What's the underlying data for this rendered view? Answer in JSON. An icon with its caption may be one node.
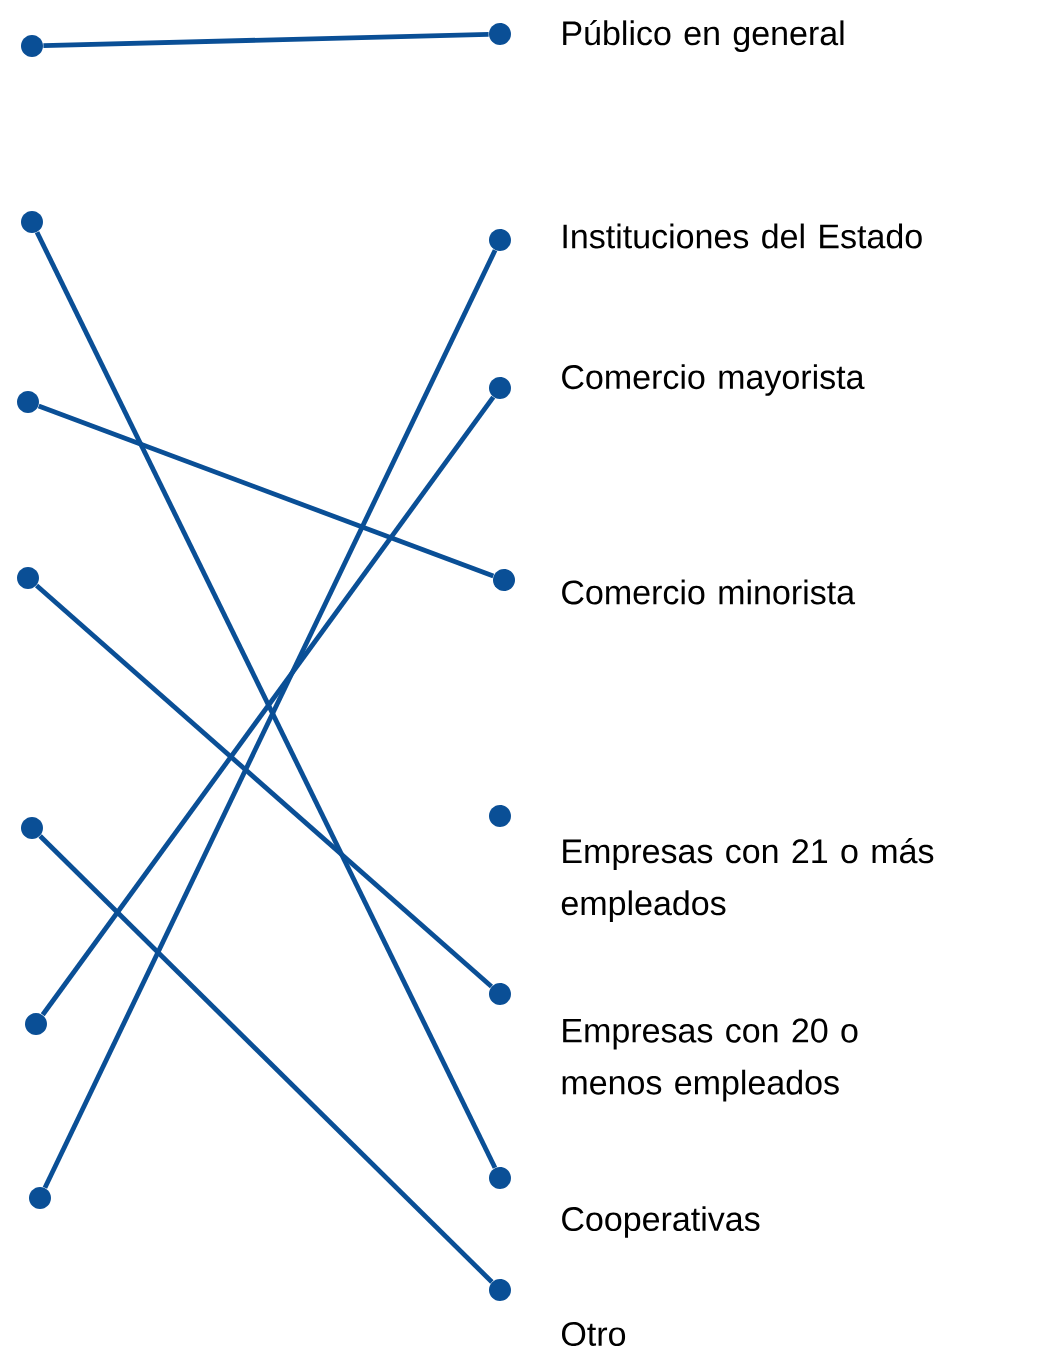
{
  "diagram": {
    "nodes": [
      {
        "text": [],
        "shape": "circle"
      },
      {
        "text": [],
        "shape": "circle"
      },
      {
        "text": [],
        "shape": "circle"
      },
      {
        "text": [],
        "shape": "circle"
      },
      {
        "text": [],
        "shape": "circle"
      },
      {
        "text": [],
        "shape": "circle"
      },
      {
        "text": [],
        "shape": "circle"
      },
      {
        "text": [],
        "shape": "circle",
        "beside": [
          "Público en general"
        ]
      },
      {
        "text": [],
        "shape": "circle",
        "beside": [
          "Instituciones del Estado"
        ]
      },
      {
        "text": [],
        "shape": "circle",
        "beside": [
          "Comercio mayorista"
        ]
      },
      {
        "text": [],
        "shape": "circle",
        "beside": [
          "Comercio minorista"
        ]
      },
      {
        "text": [],
        "shape": "circle",
        "beside": [
          "Empresas con 21 o más empleados"
        ]
      },
      {
        "text": [],
        "shape": "circle",
        "beside": [
          "Empresas con 20 o menos empleados"
        ]
      },
      {
        "text": [],
        "shape": "circle",
        "beside": [
          "Cooperativas"
        ]
      },
      {
        "text": [],
        "shape": "circle",
        "beside": [
          "Otro"
        ]
      }
    ],
    "edges": [
      {
        "from": 0,
        "to": 7,
        "arrow": "none"
      },
      {
        "from": 1,
        "to": 13,
        "arrow": "none"
      },
      {
        "from": 2,
        "to": 10,
        "arrow": "none"
      },
      {
        "from": 3,
        "to": 12,
        "arrow": "none"
      },
      {
        "from": 4,
        "to": 14,
        "arrow": "none"
      },
      {
        "from": 5,
        "to": 9,
        "arrow": "none"
      },
      {
        "from": 6,
        "to": 8,
        "arrow": "none"
      }
    ]
  }
}
